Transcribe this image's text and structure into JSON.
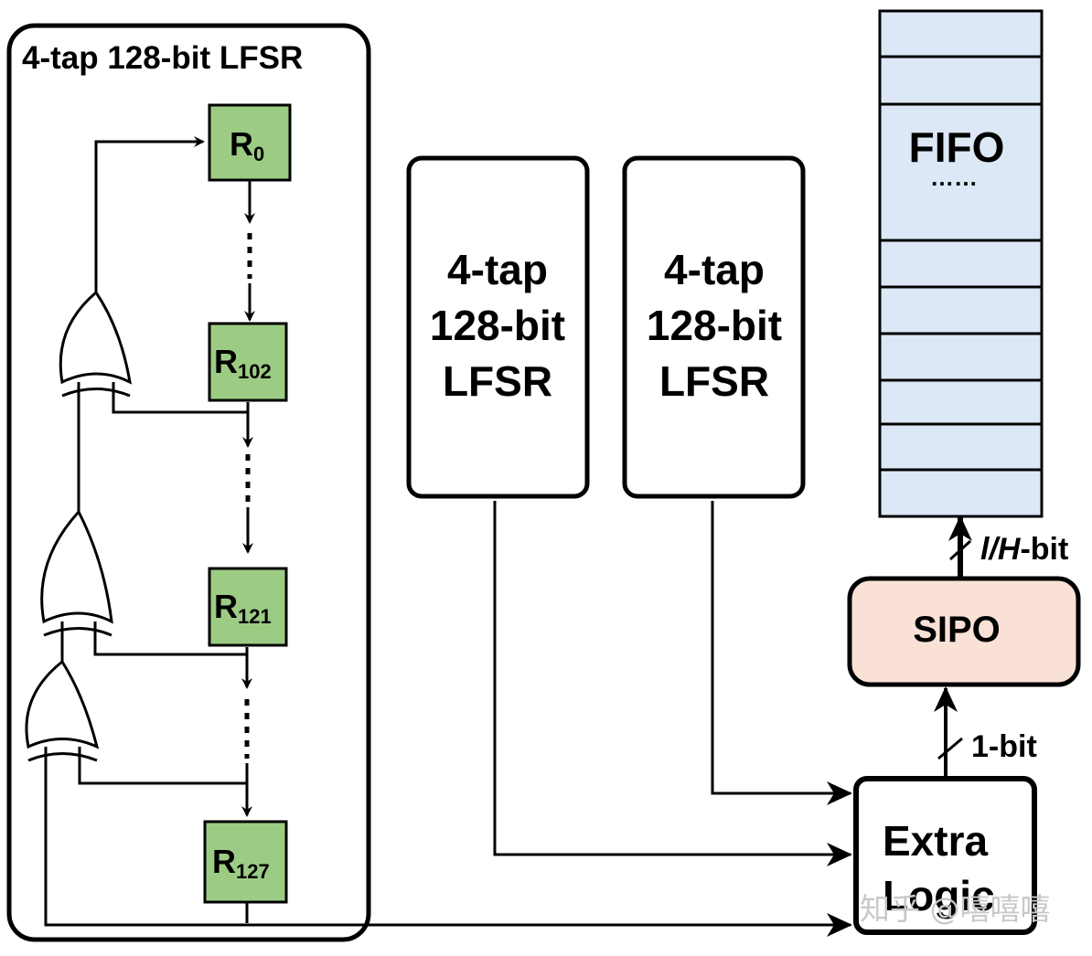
{
  "lfsr_main": {
    "title": "4-tap 128-bit  LFSR",
    "registers": [
      {
        "base": "R",
        "sub": "0"
      },
      {
        "base": "R",
        "sub": "102"
      },
      {
        "base": "R",
        "sub": "121"
      },
      {
        "base": "R",
        "sub": "127"
      }
    ],
    "dots": "⋮"
  },
  "lfsr_b": {
    "line1": "4-tap",
    "line2": "128-bit",
    "line3": "LFSR"
  },
  "lfsr_c": {
    "line1": "4-tap",
    "line2": "128-bit",
    "line3": "LFSR"
  },
  "fifo": {
    "label": "FIFO",
    "dots": "……"
  },
  "sipo": {
    "label": "SIPO"
  },
  "extra_logic": {
    "line1": "Extra",
    "line2": "Logic"
  },
  "bus_labels": {
    "sipo_to_fifo": {
      "italic": "l/H",
      "rest": "-bit"
    },
    "logic_to_sipo": "1-bit"
  },
  "watermark": "知乎 @嘻嘻嘻",
  "colors": {
    "register_fill": "#9ccc84",
    "fifo_fill": "#dce8f5",
    "sipo_fill": "#f9e1d6",
    "stroke": "#000000"
  }
}
